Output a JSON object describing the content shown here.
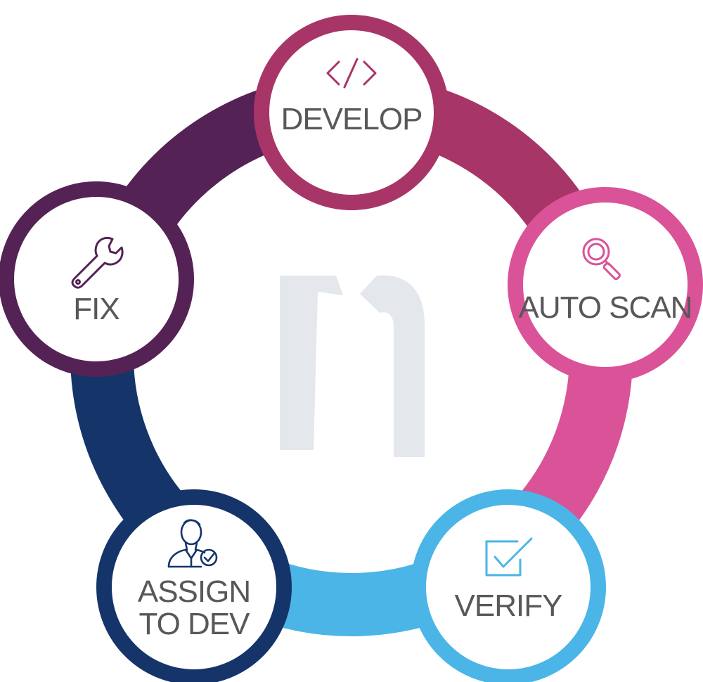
{
  "stages": [
    {
      "id": "develop",
      "label_lines": [
        "DEVELOP"
      ],
      "icon": "code-brackets-icon",
      "color": "#a83568"
    },
    {
      "id": "auto-scan",
      "label_lines": [
        "AUTO SCAN"
      ],
      "icon": "magnifier-icon",
      "color": "#da5298"
    },
    {
      "id": "verify",
      "label_lines": [
        "VERIFY"
      ],
      "icon": "checkbox-check-icon",
      "color": "#4ab5e6"
    },
    {
      "id": "assign",
      "label_lines": [
        "ASSIGN",
        "TO DEV"
      ],
      "icon": "developer-person-icon",
      "color": "#15346a"
    },
    {
      "id": "fix",
      "label_lines": [
        "FIX"
      ],
      "icon": "wrench-icon",
      "color": "#552255"
    }
  ],
  "center_logo": {
    "icon": "n-logo-icon",
    "color": "#e4e7ec"
  },
  "label_color": "#58585a",
  "circle_fill": "#ffffff"
}
